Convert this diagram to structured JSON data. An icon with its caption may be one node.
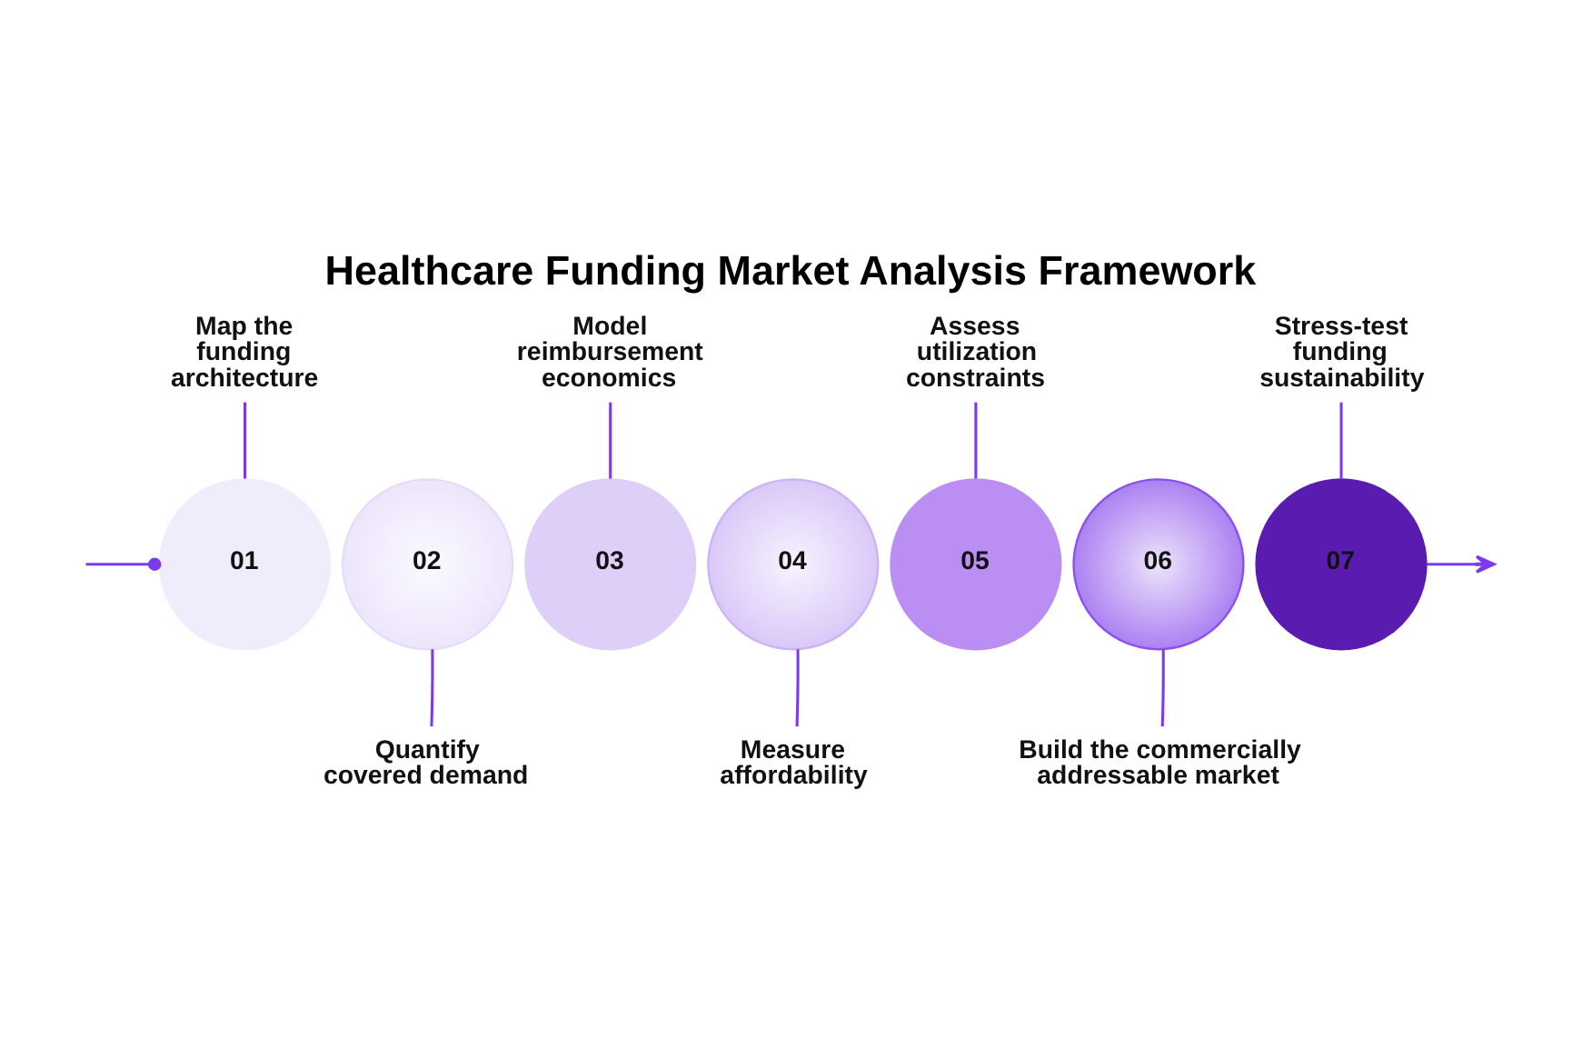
{
  "diagram": {
    "title": "Healthcare Funding Market Analysis Framework",
    "nodes": [
      {
        "text": [
          "Map the funding architecture"
        ]
      },
      {
        "text": [
          "Model reimbursement economics"
        ]
      },
      {
        "text": [
          "Assess utilization constraints"
        ]
      },
      {
        "text": [
          "Stress-test funding sustainability"
        ]
      },
      {
        "text": [
          "01"
        ]
      },
      {
        "text": [
          "02"
        ]
      },
      {
        "text": [
          "03"
        ]
      },
      {
        "text": [
          "04"
        ]
      },
      {
        "text": [
          "05"
        ]
      },
      {
        "text": [
          "06"
        ]
      },
      {
        "text": [
          "07"
        ]
      },
      {
        "text": [
          "Quantify covered demand"
        ]
      },
      {
        "text": [
          "Measure affordability"
        ]
      },
      {
        "text": [
          "Build the commercially addressable market"
        ]
      }
    ],
    "edges": [
      {
        "from": null,
        "to": 4,
        "arrow": "other"
      },
      {
        "from": 0,
        "to": 4,
        "arrow": "none"
      },
      {
        "from": 11,
        "to": 5,
        "arrow": "none"
      },
      {
        "from": 1,
        "to": 6,
        "arrow": "none"
      },
      {
        "from": 12,
        "to": 7,
        "arrow": "none"
      },
      {
        "from": 2,
        "to": 8,
        "arrow": "none"
      },
      {
        "from": 13,
        "to": 9,
        "arrow": "none"
      },
      {
        "from": 3,
        "to": 10,
        "arrow": "none"
      },
      {
        "from": 10,
        "to": null,
        "arrow": "to"
      }
    ]
  }
}
